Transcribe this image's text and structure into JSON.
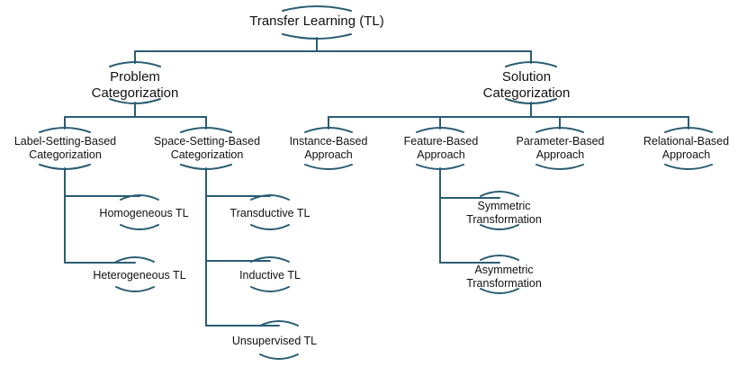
{
  "diagram": {
    "root": "Transfer Learning (TL)",
    "problem": {
      "title_line1": "Problem",
      "title_line2": "Categorization",
      "label_setting": {
        "line1": "Label-Setting-Based",
        "line2": "Categorization",
        "children": [
          "Homogeneous TL",
          "Heterogeneous TL"
        ]
      },
      "space_setting": {
        "line1": "Space-Setting-Based",
        "line2": "Categorization",
        "children": [
          "Transductive TL",
          "Inductive TL",
          "Unsupervised TL"
        ]
      }
    },
    "solution": {
      "title_line1": "Solution",
      "title_line2": "Categorization",
      "instance": {
        "line1": "Instance-Based",
        "line2": "Approach"
      },
      "feature": {
        "line1": "Feature-Based",
        "line2": "Approach",
        "children": [
          {
            "line1": "Symmetric",
            "line2": "Transformation"
          },
          {
            "line1": "Asymmetric",
            "line2": "Transformation"
          }
        ]
      },
      "parameter": {
        "line1": "Parameter-Based",
        "line2": "Approach"
      },
      "relational": {
        "line1": "Relational-Based",
        "line2": "Approach"
      }
    }
  },
  "colors": {
    "line": "#2a5d73",
    "text": "#111111"
  }
}
